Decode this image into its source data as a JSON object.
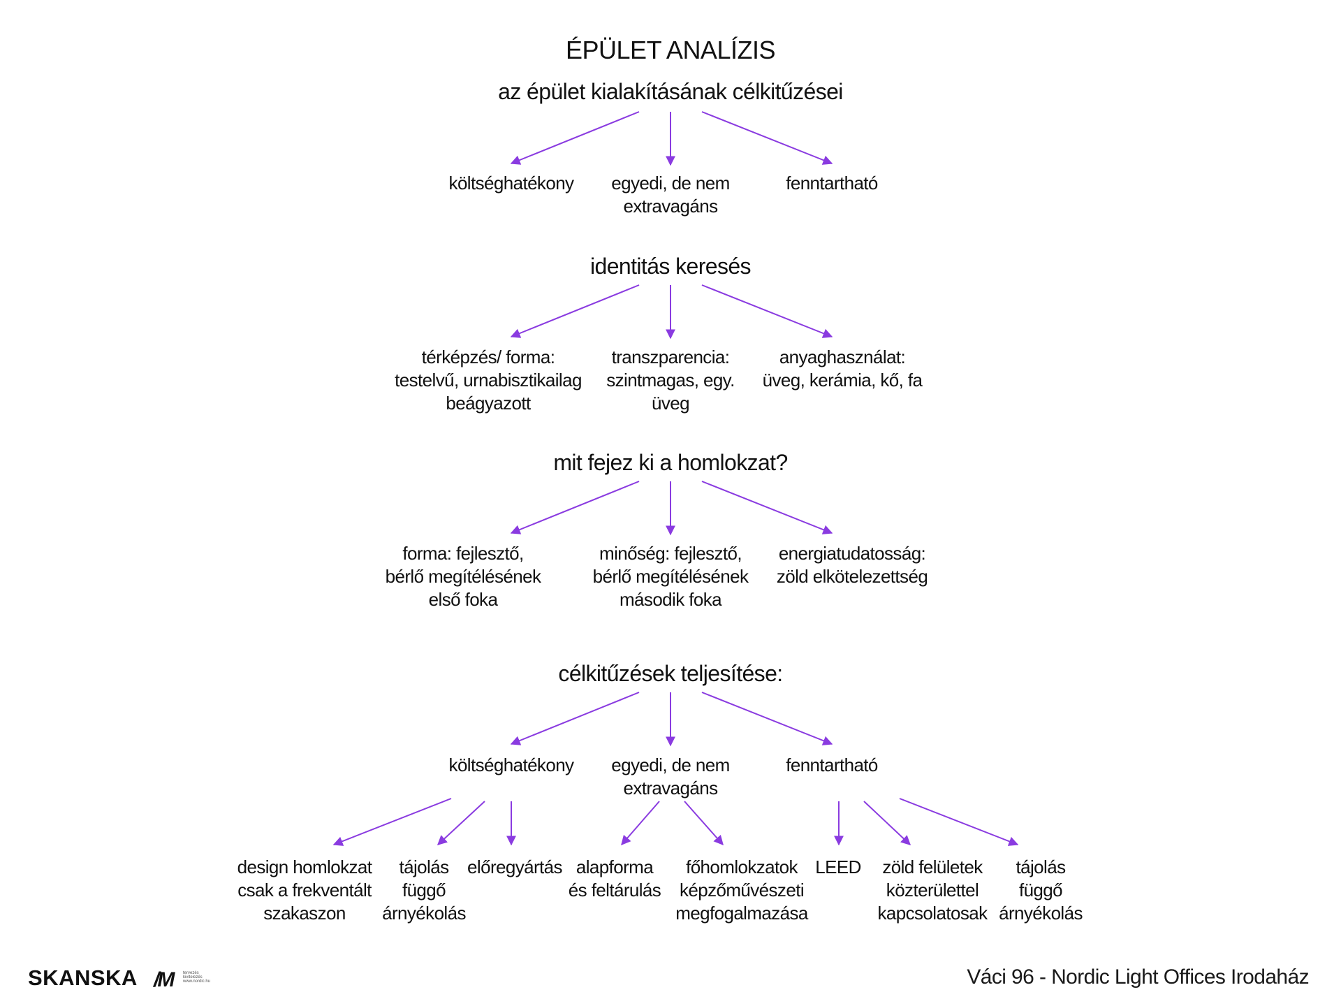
{
  "colors": {
    "arrow": "#8a3be0",
    "text": "#111111"
  },
  "diagram": {
    "title": "ÉPÜLET ANALÍZIS",
    "sections": [
      {
        "heading": "az épület kialakításának célkitűzései",
        "items": [
          "költséghatékony",
          "egyedi, de nem\nextravagáns",
          "fenntartható"
        ]
      },
      {
        "heading": "identitás keresés",
        "items": [
          "térképzés/ forma:\ntestelvű, urnabisztikailag\nbeágyazott",
          "transzparencia:\nszintmagas, egy.\nüveg",
          "anyaghasználat:\nüveg, kerámia, kő, fa"
        ]
      },
      {
        "heading": "mit fejez ki a homlokzat?",
        "items": [
          "forma: fejlesztő,\nbérlő megítélésének\nelső foka",
          "minőség: fejlesztő,\nbérlő megítélésének\nmásodik foka",
          "energiatudatosság:\nzöld elkötelezettség"
        ]
      },
      {
        "heading": "célkitűzések teljesítése:",
        "items": [
          "költséghatékony",
          "egyedi, de nem\nextravagáns",
          "fenntartható"
        ],
        "sub_items": [
          "design homlokzat\ncsak a frekventált\nszakaszon",
          "tájolás\nfüggő\nárnyékolás",
          "előregyártás",
          "alapforma\nés feltárulás",
          "főhomlokzatok\nképzőművészeti\nmegfogalmazása",
          "LEED",
          "zöld felületek\nközterülettel\nkapcsolatosak",
          "tájolás\nfüggő\nárnyékolás"
        ]
      }
    ]
  },
  "footer": {
    "logo_skanska": "SKANSKA",
    "logo_nordic_small": "tervezés\nkivitelezés\nwww.nordic.hu",
    "project": "Váci 96 - Nordic Light Offices Irodaház"
  }
}
